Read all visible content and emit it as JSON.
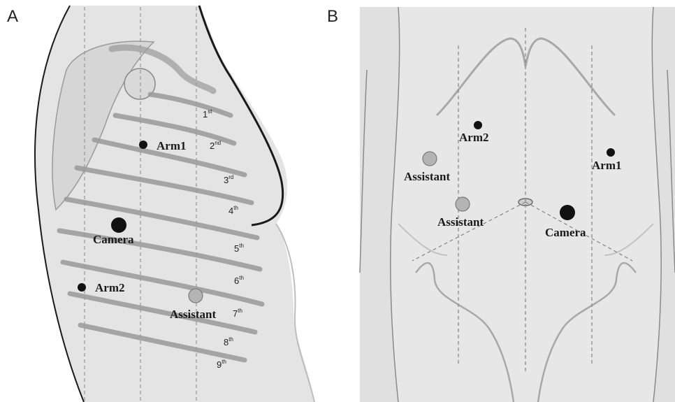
{
  "panels": {
    "a": {
      "letter": "A",
      "ports": {
        "arm1": "Arm1",
        "camera": "Camera",
        "arm2": "Arm2",
        "assistant": "Assistant"
      },
      "ribs": [
        {
          "num": "1",
          "sup": "st"
        },
        {
          "num": "2",
          "sup": "nd"
        },
        {
          "num": "3",
          "sup": "rd"
        },
        {
          "num": "4",
          "sup": "th"
        },
        {
          "num": "5",
          "sup": "th"
        },
        {
          "num": "6",
          "sup": "th"
        },
        {
          "num": "7",
          "sup": "th"
        },
        {
          "num": "8",
          "sup": "th"
        },
        {
          "num": "9",
          "sup": "th"
        }
      ]
    },
    "b": {
      "letter": "B",
      "ports": {
        "arm2": "Arm2",
        "arm1": "Arm1",
        "assistant_upper": "Assistant",
        "assistant_lower": "Assistant",
        "camera": "Camera"
      }
    }
  },
  "colors": {
    "skin": "#e4e4e4",
    "skin_dark": "#d2d2d2",
    "rib": "#9a9a9a",
    "outline": "#8a8a8a",
    "body_edge": "#1a1a1a",
    "port_black": "#111111",
    "port_grey": "#b4b4b4"
  }
}
